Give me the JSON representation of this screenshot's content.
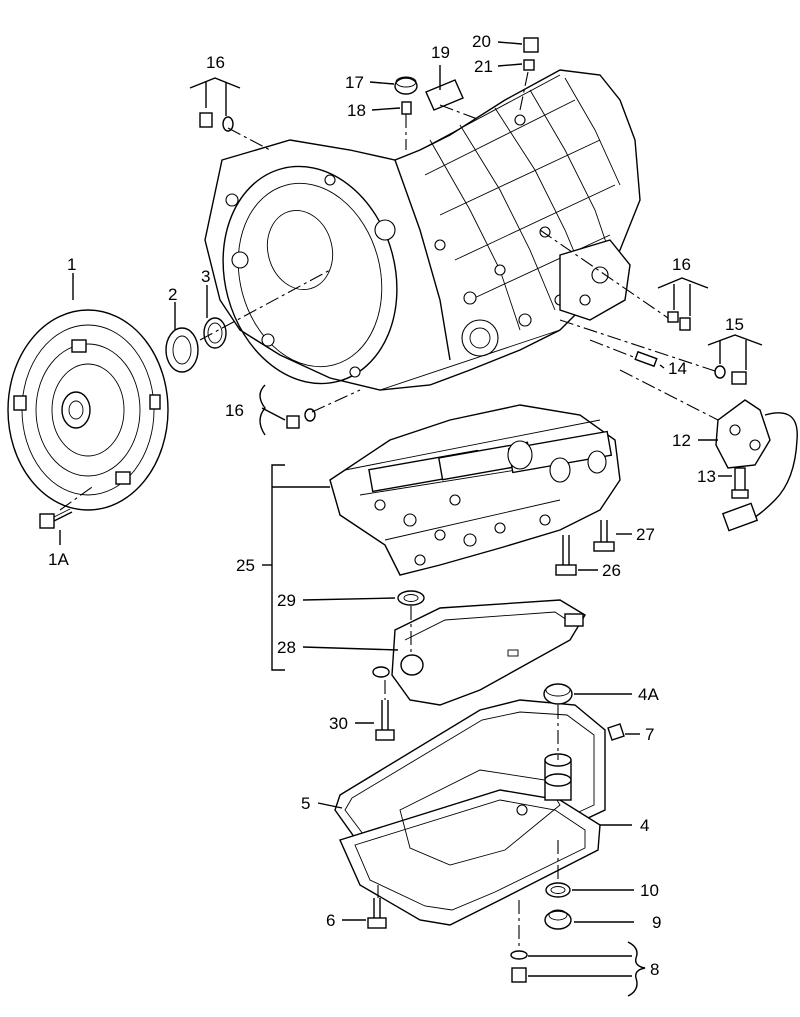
{
  "labels": {
    "l1": "1",
    "l1A": "1A",
    "l2": "2",
    "l3": "3",
    "l4": "4",
    "l4A": "4A",
    "l5": "5",
    "l6": "6",
    "l7": "7",
    "l8": "8",
    "l9": "9",
    "l10": "10",
    "l12": "12",
    "l13": "13",
    "l14": "14",
    "l15": "15",
    "l16a": "16",
    "l16b": "16",
    "l16c": "16",
    "l17": "17",
    "l18": "18",
    "l19": "19",
    "l20": "20",
    "l21": "21",
    "l25": "25",
    "l26": "26",
    "l27": "27",
    "l28": "28",
    "l29": "29",
    "l30": "30"
  }
}
